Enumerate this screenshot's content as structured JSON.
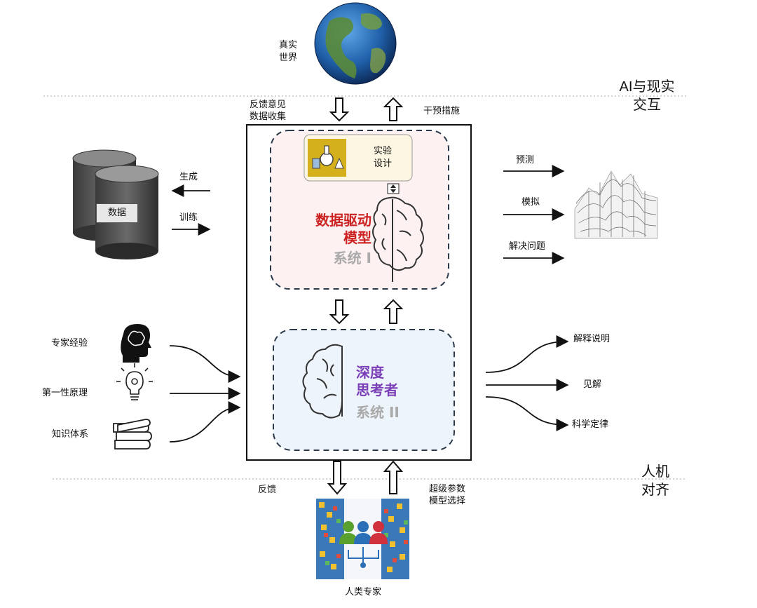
{
  "top": {
    "real_world": "真实\n世界",
    "ai_interaction": "AI与现实\n交互",
    "feedback_data": "反馈意见\n数据收集",
    "intervention": "干预措施"
  },
  "left": {
    "generate": "生成",
    "train": "训练",
    "data": "数据",
    "expert_experience": "专家经验",
    "first_principles": "第一性原理",
    "knowledge_system": "知识体系"
  },
  "center": {
    "experiment_design": "实验\n设计",
    "data_driven_model": "数据驱动\n模型",
    "system1": "系统 I",
    "deep_thinker": "深度\n思考者",
    "system2": "系统 II"
  },
  "right": {
    "predict": "预测",
    "simulate": "模拟",
    "solve_problems": "解决问题",
    "explain": "解释说明",
    "insight": "见解",
    "scientific_laws": "科学定律"
  },
  "bottom": {
    "human_alignment": "人机\n对齐",
    "feedback": "反馈",
    "hyperparams": "超级参数\n模型选择",
    "human_experts": "人类专家"
  },
  "colors": {
    "upper_panel_fill": "#fdf1f1",
    "lower_panel_fill": "#eef4fb",
    "dashed_border": "#2b3a4a",
    "experiment_box_fill": "#fdf6e2",
    "experiment_icon_fill": "#d4b11c",
    "red_text": "#cc2222",
    "purple_text": "#7b3fb8",
    "arrow_dark": "#111111"
  },
  "icons": [
    "globe-icon",
    "database-icon",
    "brain-icon",
    "head-icon",
    "lightbulb-icon",
    "books-icon",
    "surface-plot-icon",
    "experts-icon",
    "flask-icon"
  ]
}
